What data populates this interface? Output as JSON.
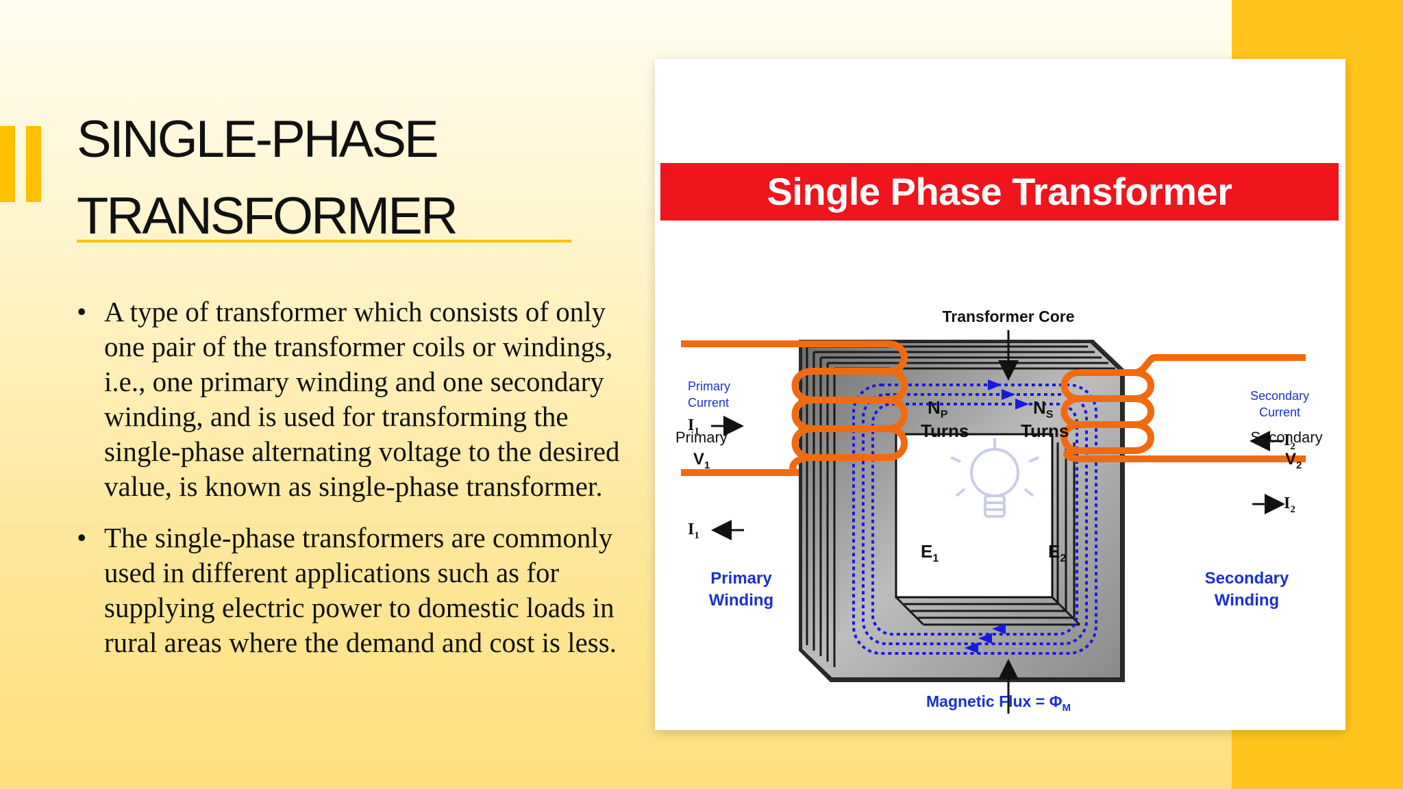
{
  "slide": {
    "title_line1": "SINGLE-PHASE",
    "title_line2": "TRANSFORMER",
    "bullets": [
      "A type of transformer which consists of only one pair of the transformer coils or windings, i.e., one primary winding and one secondary winding, and is used for transforming the single-phase alternating voltage to the desired value, is known as single-phase transformer.",
      "The single-phase transformers are commonly used in different applications such as for supplying electric power to domestic loads in rural areas where the demand and cost is less."
    ],
    "bullet_symbol": "•"
  },
  "diagram": {
    "banner_title": "Single Phase Transformer",
    "core_label": "Transformer Core",
    "primary_current_l1": "Primary",
    "primary_current_l2": "Current",
    "i1": "I",
    "i1_sub": "1",
    "i2": "I",
    "i2_sub": "2",
    "primary_v_l1": "Primary",
    "v1": "V",
    "v1_sub": "1",
    "secondary_current_l1": "Secondary",
    "secondary_current_l2": "Current",
    "secondary_v_l1": "Secondary",
    "v2": "V",
    "v2_sub": "2",
    "np": "N",
    "np_sub": "P",
    "ns": "N",
    "ns_sub": "S",
    "turns": "Turns",
    "e1": "E",
    "e1_sub": "1",
    "e2": "E",
    "e2_sub": "2",
    "primary_winding_l1": "Primary",
    "primary_winding_l2": "Winding",
    "secondary_winding_l1": "Secondary",
    "secondary_winding_l2": "Winding",
    "flux_label": "Magnetic Flux = Φ",
    "flux_sub": "M",
    "icon": "lightbulb-icon",
    "colors": {
      "banner": "#f0141c",
      "coil": "#f26a10",
      "flux": "#1818e0",
      "label_blue": "#1a2fd6",
      "accent": "#ffc000"
    }
  }
}
